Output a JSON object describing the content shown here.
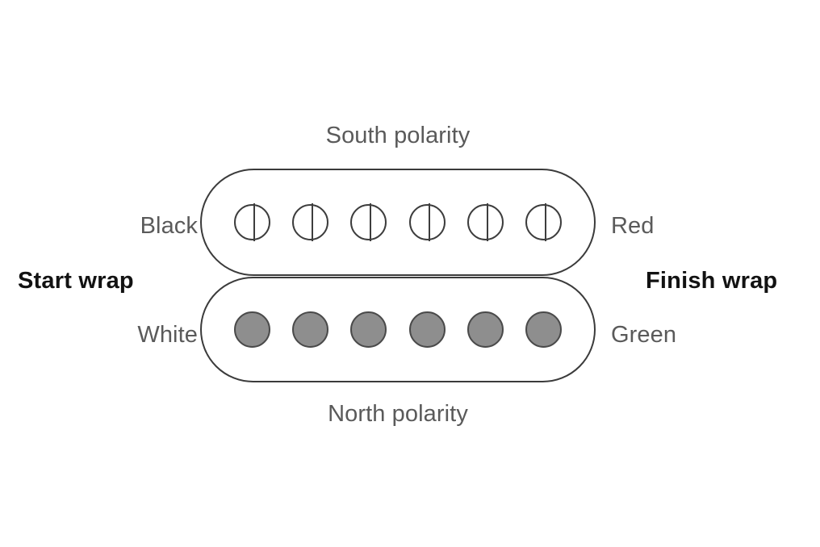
{
  "diagram": {
    "title": "Humbucker pickup coil wiring and polarity diagram",
    "colors": {
      "outline": "#3b3b3b",
      "slug_fill": "#8e8e8e",
      "label_gray": "#5a5a5a",
      "label_bold": "#121212",
      "background": "#ffffff"
    },
    "labels": {
      "south_polarity": "South polarity",
      "north_polarity": "North polarity",
      "black": "Black",
      "white": "White",
      "red": "Red",
      "green": "Green",
      "start_wrap": "Start wrap",
      "finish_wrap": "Finish wrap"
    },
    "coils": [
      {
        "id": "top-coil",
        "polarity": "South polarity",
        "polarity_position": "above",
        "pole_piece_type": "screw",
        "pole_piece_count": 6,
        "lead_left": "Black",
        "lead_right": "Red",
        "fill": "#ffffff"
      },
      {
        "id": "bottom-coil",
        "polarity": "North polarity",
        "polarity_position": "below",
        "pole_piece_type": "slug",
        "pole_piece_count": 6,
        "lead_left": "White",
        "lead_right": "Green",
        "fill": "#8e8e8e"
      }
    ],
    "wrap": {
      "start_side": "left",
      "start_label": "Start wrap",
      "finish_side": "right",
      "finish_label": "Finish wrap"
    },
    "pole_pieces": {
      "screw_row": [
        "screw-1",
        "screw-2",
        "screw-3",
        "screw-4",
        "screw-5",
        "screw-6"
      ],
      "slug_row": [
        "slug-1",
        "slug-2",
        "slug-3",
        "slug-4",
        "slug-5",
        "slug-6"
      ]
    }
  }
}
